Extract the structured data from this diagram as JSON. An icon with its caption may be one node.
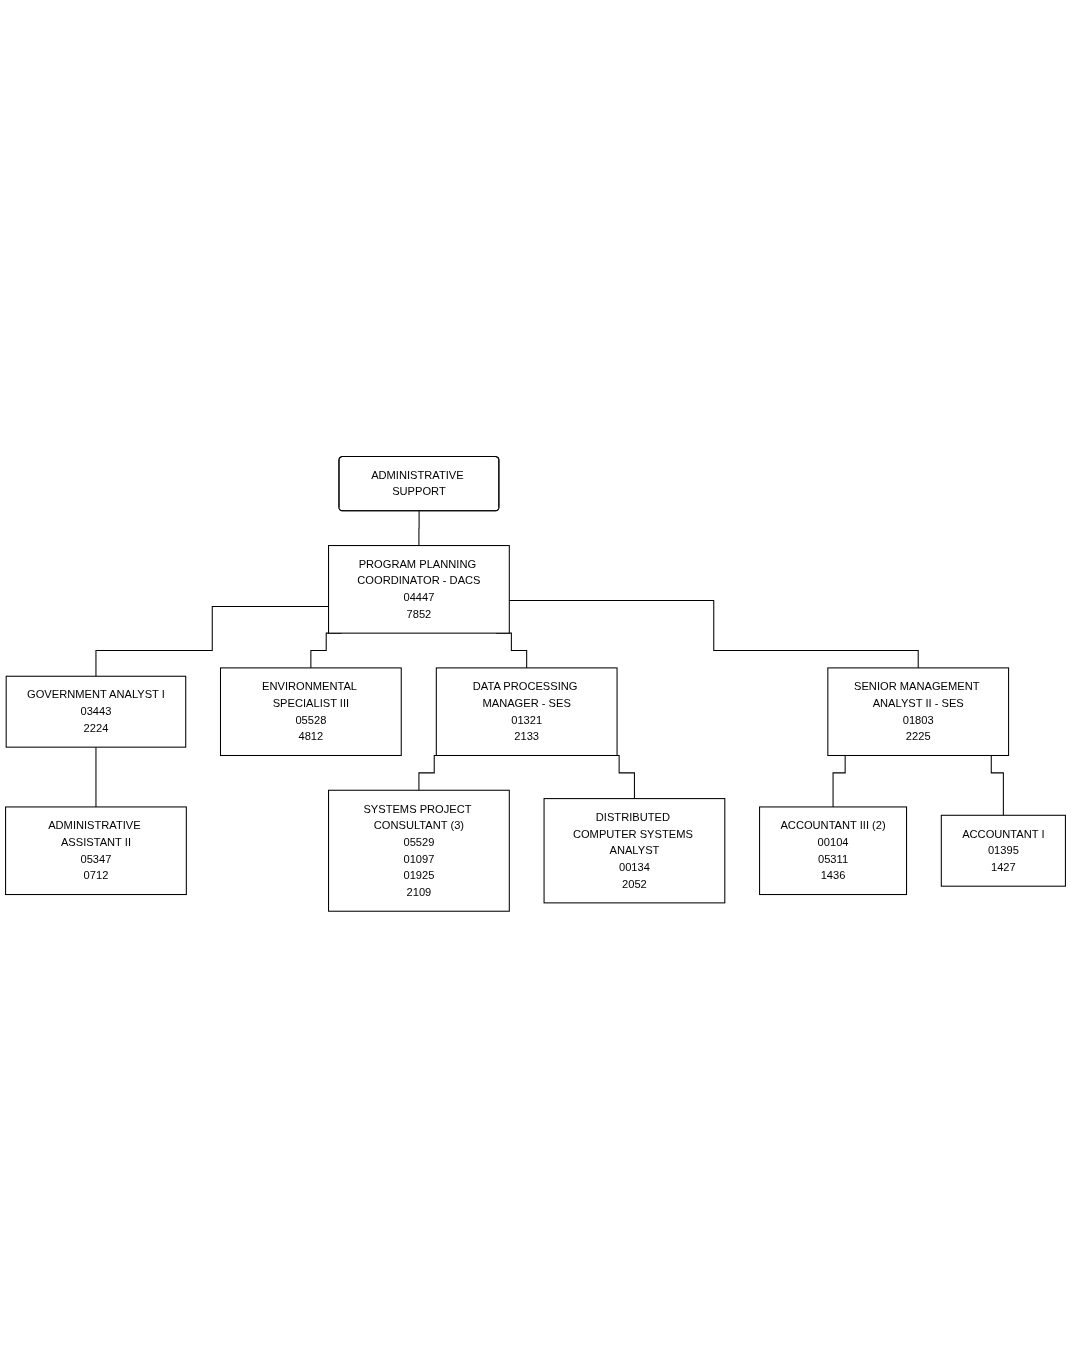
{
  "diagram": {
    "nodes": [
      {
        "text": [
          "ADMINISTRATIVE SUPPORT"
        ]
      },
      {
        "text": [
          "PROGRAM PLANNING COORDINATOR - DACS",
          "04447",
          "7852"
        ]
      },
      {
        "text": [
          "GOVERNMENT ANALYST I",
          "03443",
          "2224"
        ]
      },
      {
        "text": [
          "ENVIRONMENTAL SPECIALIST III",
          "05528",
          "4812"
        ]
      },
      {
        "text": [
          "ADMINISTRATIVE ASSISTANT II",
          "05347",
          "0712"
        ]
      },
      {
        "text": [
          "DATA PROCESSING MANAGER - SES",
          "01321",
          "2133"
        ]
      },
      {
        "text": [
          "SENIOR MANAGEMENT ANALYST II - SES",
          "01803",
          "2225"
        ]
      },
      {
        "text": [
          "SYSTEMS PROJECT CONSULTANT (3)",
          "05529",
          "01097",
          "01925",
          "2109"
        ]
      },
      {
        "text": [
          "ACCOUNTANT III  (2)",
          "00104",
          "05311",
          "1436"
        ]
      },
      {
        "text": [
          "DISTRIBUTED COMPUTER SYSTEMS ANALYST",
          "00134",
          "2052"
        ]
      },
      {
        "text": [
          "ACCOUNTANT I",
          "01395",
          "1427"
        ]
      }
    ],
    "edges": [
      {
        "from": 0,
        "to": 1,
        "arrow": "none"
      },
      {
        "from": 1,
        "to": 2,
        "arrow": "none"
      },
      {
        "from": 1,
        "to": 3,
        "arrow": "none"
      },
      {
        "from": 2,
        "to": 4,
        "arrow": "none"
      },
      {
        "from": 1,
        "to": 5,
        "arrow": "none"
      },
      {
        "from": 1,
        "to": 6,
        "arrow": "none"
      },
      {
        "from": 5,
        "to": 7,
        "arrow": "none"
      },
      {
        "from": 5,
        "to": 9,
        "arrow": "none"
      },
      {
        "from": 6,
        "to": 8,
        "arrow": "none"
      },
      {
        "from": 6,
        "to": 10,
        "arrow": "none"
      }
    ]
  }
}
